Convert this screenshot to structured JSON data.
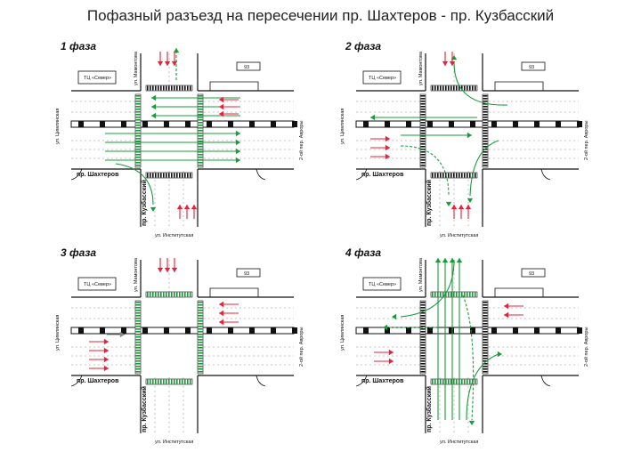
{
  "title": "Пофазный разъезд на пересечении пр. Шахтеров - пр. Кузбасский",
  "labels": {
    "mall": "ТЦ «Север»",
    "bus_stop": "93",
    "mamontova": "ул. Мамонтова",
    "tsimlyanskaya": "ул. Цимлянская",
    "shakhterov": "пр. Шахтеров",
    "kuzbassky": "пр. Кузбасский",
    "institutskaya": "ул. Институтская",
    "avrory": "2-ой пер. Авроры"
  },
  "phases": [
    {
      "label": "1 фаза"
    },
    {
      "label": "2 фаза"
    },
    {
      "label": "3 фаза"
    },
    {
      "label": "4 фаза"
    }
  ],
  "colors": {
    "green": "#1a9b3a",
    "red": "#e8203a",
    "road": "#111111",
    "gray": "#888888"
  }
}
